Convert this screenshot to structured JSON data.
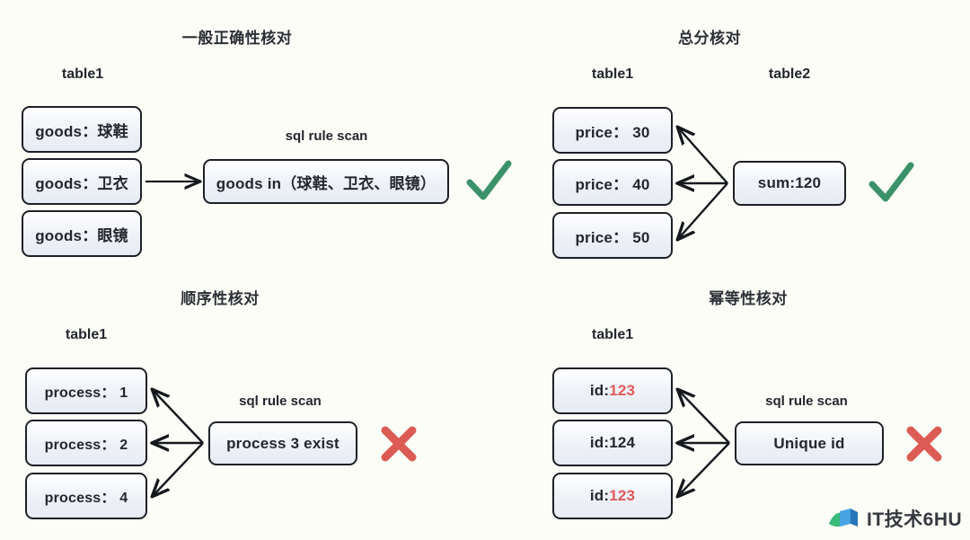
{
  "background_color": "#fdfdf7",
  "node_fill": "#eef1f7",
  "node_border": "#1d2026",
  "check_color": "#3c9268",
  "cross_color": "#dc5b55",
  "red_accent": "#e05a5a",
  "quadrants": [
    {
      "id": "general-correctness",
      "title": "一般正确性核对",
      "left_table_label": "table1",
      "right_table_label": "",
      "scan_label": "sql rule scan",
      "left_nodes": [
        "goods：球鞋",
        "goods：卫衣",
        "goods：眼镜"
      ],
      "rule_node": "goods in（球鞋、卫衣、眼镜）",
      "result": "check"
    },
    {
      "id": "sum-reconciliation",
      "title": "总分核对",
      "left_table_label": "table1",
      "right_table_label": "table2",
      "scan_label": "",
      "left_nodes": [
        "price： 30",
        "price： 40",
        "price： 50"
      ],
      "rule_node": "sum:120",
      "result": "check"
    },
    {
      "id": "sequence-correctness",
      "title": "顺序性核对",
      "left_table_label": "table1",
      "right_table_label": "",
      "scan_label": "sql rule scan",
      "left_nodes": [
        "process： 1",
        "process： 2",
        "process： 4"
      ],
      "rule_node": "process 3  exist",
      "result": "cross"
    },
    {
      "id": "idempotency-correctness",
      "title": "幂等性核对",
      "left_table_label": "table1",
      "right_table_label": "",
      "scan_label": "sql rule scan",
      "left_nodes_parts": [
        {
          "prefix": "id:",
          "number": "123",
          "number_red": true
        },
        {
          "prefix": "id:",
          "number": "124",
          "number_red": false
        },
        {
          "prefix": "id:",
          "number": "123",
          "number_red": true
        }
      ],
      "rule_node": "Unique id",
      "result": "cross"
    }
  ],
  "watermark": {
    "text": "IT技术6HU"
  }
}
